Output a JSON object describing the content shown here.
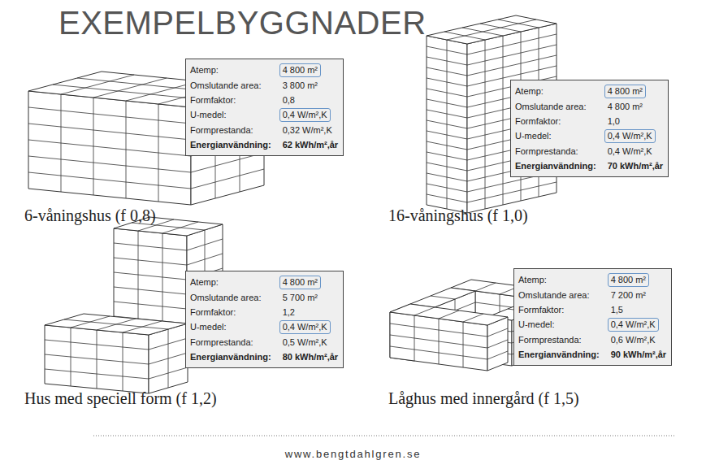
{
  "diagram": {
    "title": "EXEMPELBYGGNADER",
    "nodes": [
      {
        "text": [
          "Atemp:",
          "4 800 m²",
          "Omslutande area:",
          "3 800 m²",
          "Formfaktor:",
          "0,8",
          "U-medel:",
          "0,4 W/m²,K",
          "Formprestanda:",
          "0,32 W/m²,K",
          "Energianvändning:",
          "62 kWh/m²,år"
        ]
      },
      {
        "text": [
          "Atemp:",
          "4 800 m²",
          "Omslutande area:",
          "4 800 m²",
          "Formfaktor:",
          "1,0",
          "U-medel:",
          "0,4 W/m²,K",
          "Formprestanda:",
          "0,4 W/m²,K",
          "Energianvändning:",
          "70 kWh/m²,år"
        ]
      },
      {
        "text": [
          "Atemp:",
          "4 800 m²",
          "Omslutande area:",
          "5 700 m²",
          "Formfaktor:",
          "1,2",
          "U-medel:",
          "0,4 W/m²,K",
          "Formprestanda:",
          "0,5 W/m²,K",
          "Energianvändning:",
          "80 kWh/m²,år"
        ]
      },
      {
        "text": [
          "Atemp:",
          "4 800 m²",
          "Omslutande area:",
          "7 200 m²",
          "Formfaktor:",
          "1,5",
          "U-medel:",
          "0,4 W/m²,K",
          "Formprestanda:",
          "0,6 W/m²,K",
          "Energianvändning:",
          "90 kWh/m²,år"
        ]
      }
    ],
    "labels": [
      "6-våningshus (f 0,8)",
      "16-våningshus (f 1,0)",
      "Hus med speciell form (f 1,2)",
      "Låghus med innergård (f 1,5)",
      "www.bengtdahlgren.se"
    ]
  }
}
